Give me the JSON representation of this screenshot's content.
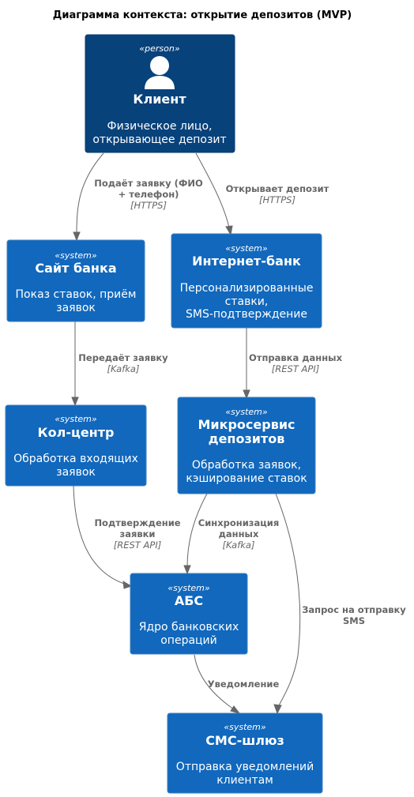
{
  "title": "Диаграмма контекста: открытие депозитов (MVP)",
  "colors": {
    "person_fill": "#08427B",
    "system_fill": "#1168BD",
    "border": "#3C7FC0",
    "edge": "#666666",
    "text": "#FFFFFF"
  },
  "nodes": {
    "client": {
      "stereotype": "«person»",
      "icon": "person-icon",
      "name": "Клиент",
      "desc1": "Физическое лицо,",
      "desc2": "открывающее депозит"
    },
    "site": {
      "stereotype": "«system»",
      "name": "Сайт банка",
      "desc1": "Показ ставок, приём",
      "desc2": "заявок"
    },
    "ibank": {
      "stereotype": "«system»",
      "name": "Интернет-банк",
      "desc1": "Персонализированные",
      "desc2": "ставки,",
      "desc3": "SMS-подтверждение"
    },
    "callcenter": {
      "stereotype": "«system»",
      "name": "Кол-центр",
      "desc1": "Обработка входящих",
      "desc2": "заявок"
    },
    "micro": {
      "stereotype": "«system»",
      "name1": "Микросервис",
      "name2": "депозитов",
      "desc1": "Обработка заявок,",
      "desc2": "кэширование ставок"
    },
    "abs": {
      "stereotype": "«system»",
      "name": "АБС",
      "desc1": "Ядро банковских",
      "desc2": "операций"
    },
    "sms": {
      "stereotype": "«system»",
      "name": "СМС-шлюз",
      "desc1": "Отправка уведомлений",
      "desc2": "клиентам"
    }
  },
  "edges": {
    "client_site": {
      "label1": "Подаёт заявку (ФИО",
      "label2": "+ телефон)",
      "tech": "[HTTPS]"
    },
    "client_ibank": {
      "label1": "Открывает депозит",
      "tech": "[HTTPS]"
    },
    "site_callcenter": {
      "label1": "Передаёт заявку",
      "tech": "[Kafka]"
    },
    "ibank_micro": {
      "label1": "Отправка данных",
      "tech": "[REST API]"
    },
    "callcenter_abs": {
      "label1": "Подтверждение",
      "label2": "заявки",
      "tech": "[REST API]"
    },
    "micro_abs": {
      "label1": "Синхронизация",
      "label2": "данных",
      "tech": "[Kafka]"
    },
    "micro_sms": {
      "label1": "Запрос на отправку",
      "label2": "SMS"
    },
    "abs_sms": {
      "label1": "Уведомление"
    }
  }
}
